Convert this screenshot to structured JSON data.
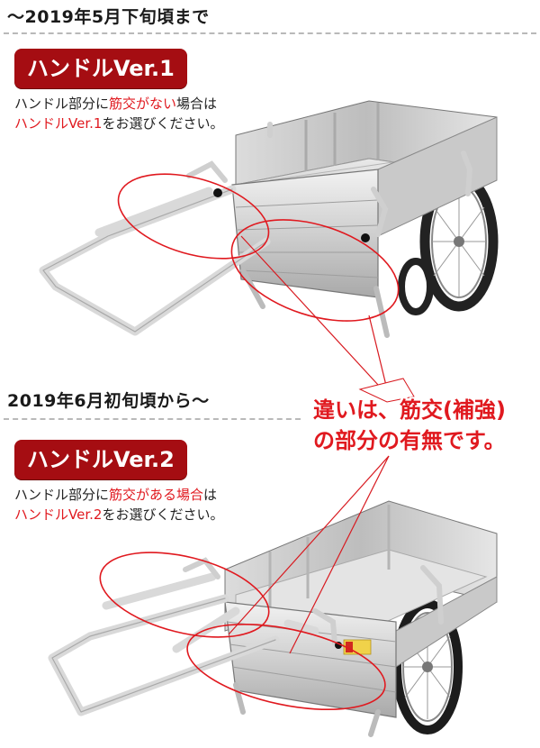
{
  "section1": {
    "heading": "〜2019年5月下旬頃まで",
    "badge": "ハンドルVer.1",
    "desc_line1_a": "ハンドル部分に",
    "desc_line1_b": "筋交がない",
    "desc_line1_c": "場合は",
    "desc_line2_a": "ハンドルVer.1",
    "desc_line2_b": "をお選びください。"
  },
  "section2": {
    "heading": "2019年6月初旬頃から〜",
    "badge": "ハンドルVer.2",
    "desc_line1_a": "ハンドル部分に",
    "desc_line1_b": "筋交がある場合",
    "desc_line1_c": "は",
    "desc_line2_a": "ハンドルVer.2",
    "desc_line2_b": "をお選びください。"
  },
  "callout": {
    "line1": "違いは、筋交(補強)",
    "line2": "の部分の有無です。"
  },
  "colors": {
    "badge_bg": "#a50d12",
    "accent_red": "#e0191f"
  },
  "images": {
    "cart1": "aluminum-cart-ver1",
    "cart2": "aluminum-cart-ver2"
  }
}
